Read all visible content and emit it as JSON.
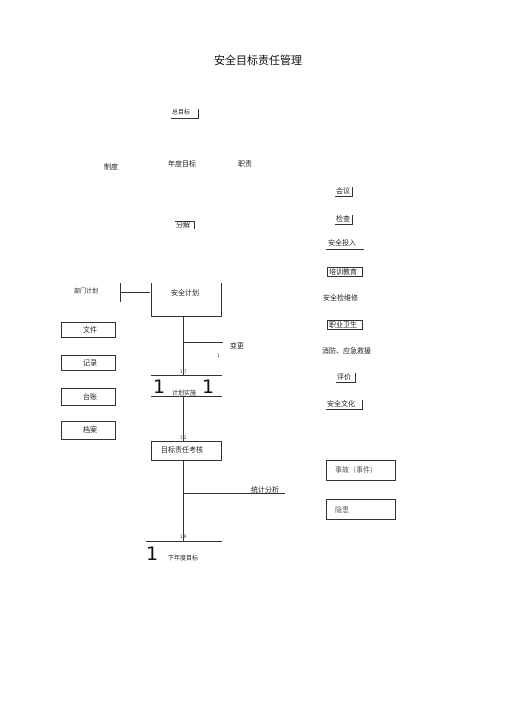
{
  "title": "安全目标责任管理",
  "top": {
    "total_goal": "总目标",
    "system": "制度",
    "annual_goal": "年度目标",
    "duties": "职责",
    "decompose": "分解"
  },
  "left": {
    "dept_plan": "部门计划",
    "documents": "文件",
    "records": "记录",
    "ledger": "台账",
    "archives": "档案"
  },
  "center": {
    "safety_plan": "安全计划",
    "change": "变更",
    "change_mark": "1",
    "small_mark_1": "1:7",
    "big_1a": "1",
    "implement": "计划实施",
    "big_1b": "1",
    "small_mark_2": "1:2",
    "assessment": "目标责任考核",
    "stat_analysis": "统计分析",
    "small_mark_3": "1:9",
    "big_1c": "1",
    "next_goal": "下年度目标"
  },
  "right": {
    "meeting": "会议",
    "inspection": "检查",
    "investment": "安全投入",
    "training": "培训教育",
    "maintenance": "安全检维修",
    "health": "职业卫生",
    "fire": "消防、应急救援",
    "evaluation": "评价",
    "culture": "安全文化",
    "accident": "事故（事件）",
    "hazard": "隐患"
  }
}
